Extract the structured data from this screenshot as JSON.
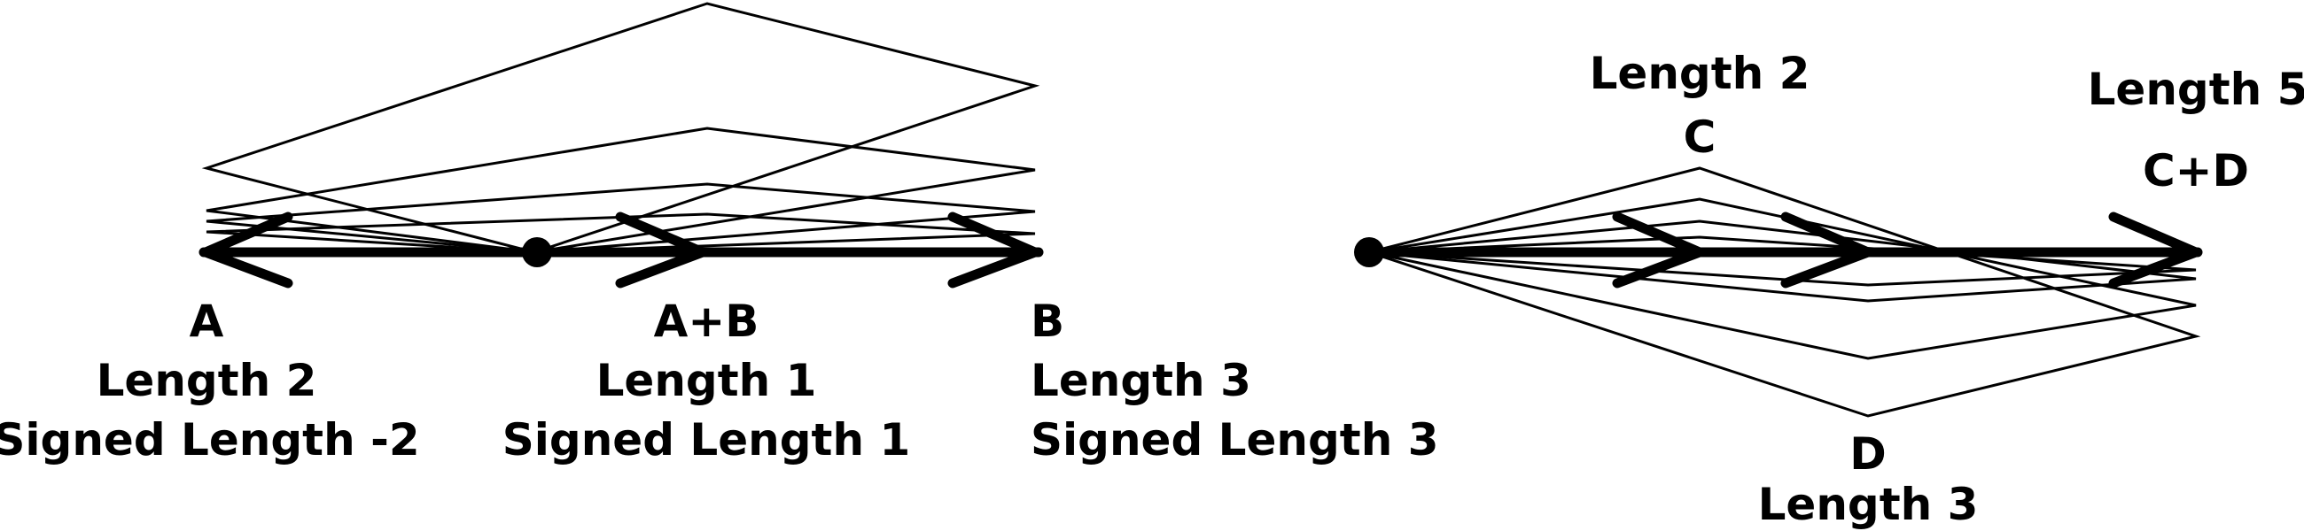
{
  "left": {
    "A": {
      "name": "A",
      "length": "Length 2",
      "signed": "Signed Length -2"
    },
    "AB": {
      "name": "A+B",
      "length": "Length 1",
      "signed": "Signed Length 1"
    },
    "B": {
      "name": "B",
      "length": "Length 3",
      "signed": "Signed Length 3"
    }
  },
  "right": {
    "C": {
      "length": "Length 2",
      "name": "C"
    },
    "CD": {
      "length": "Length 5",
      "name": "C+D"
    },
    "D": {
      "name": "D",
      "length": "Length 3"
    }
  }
}
